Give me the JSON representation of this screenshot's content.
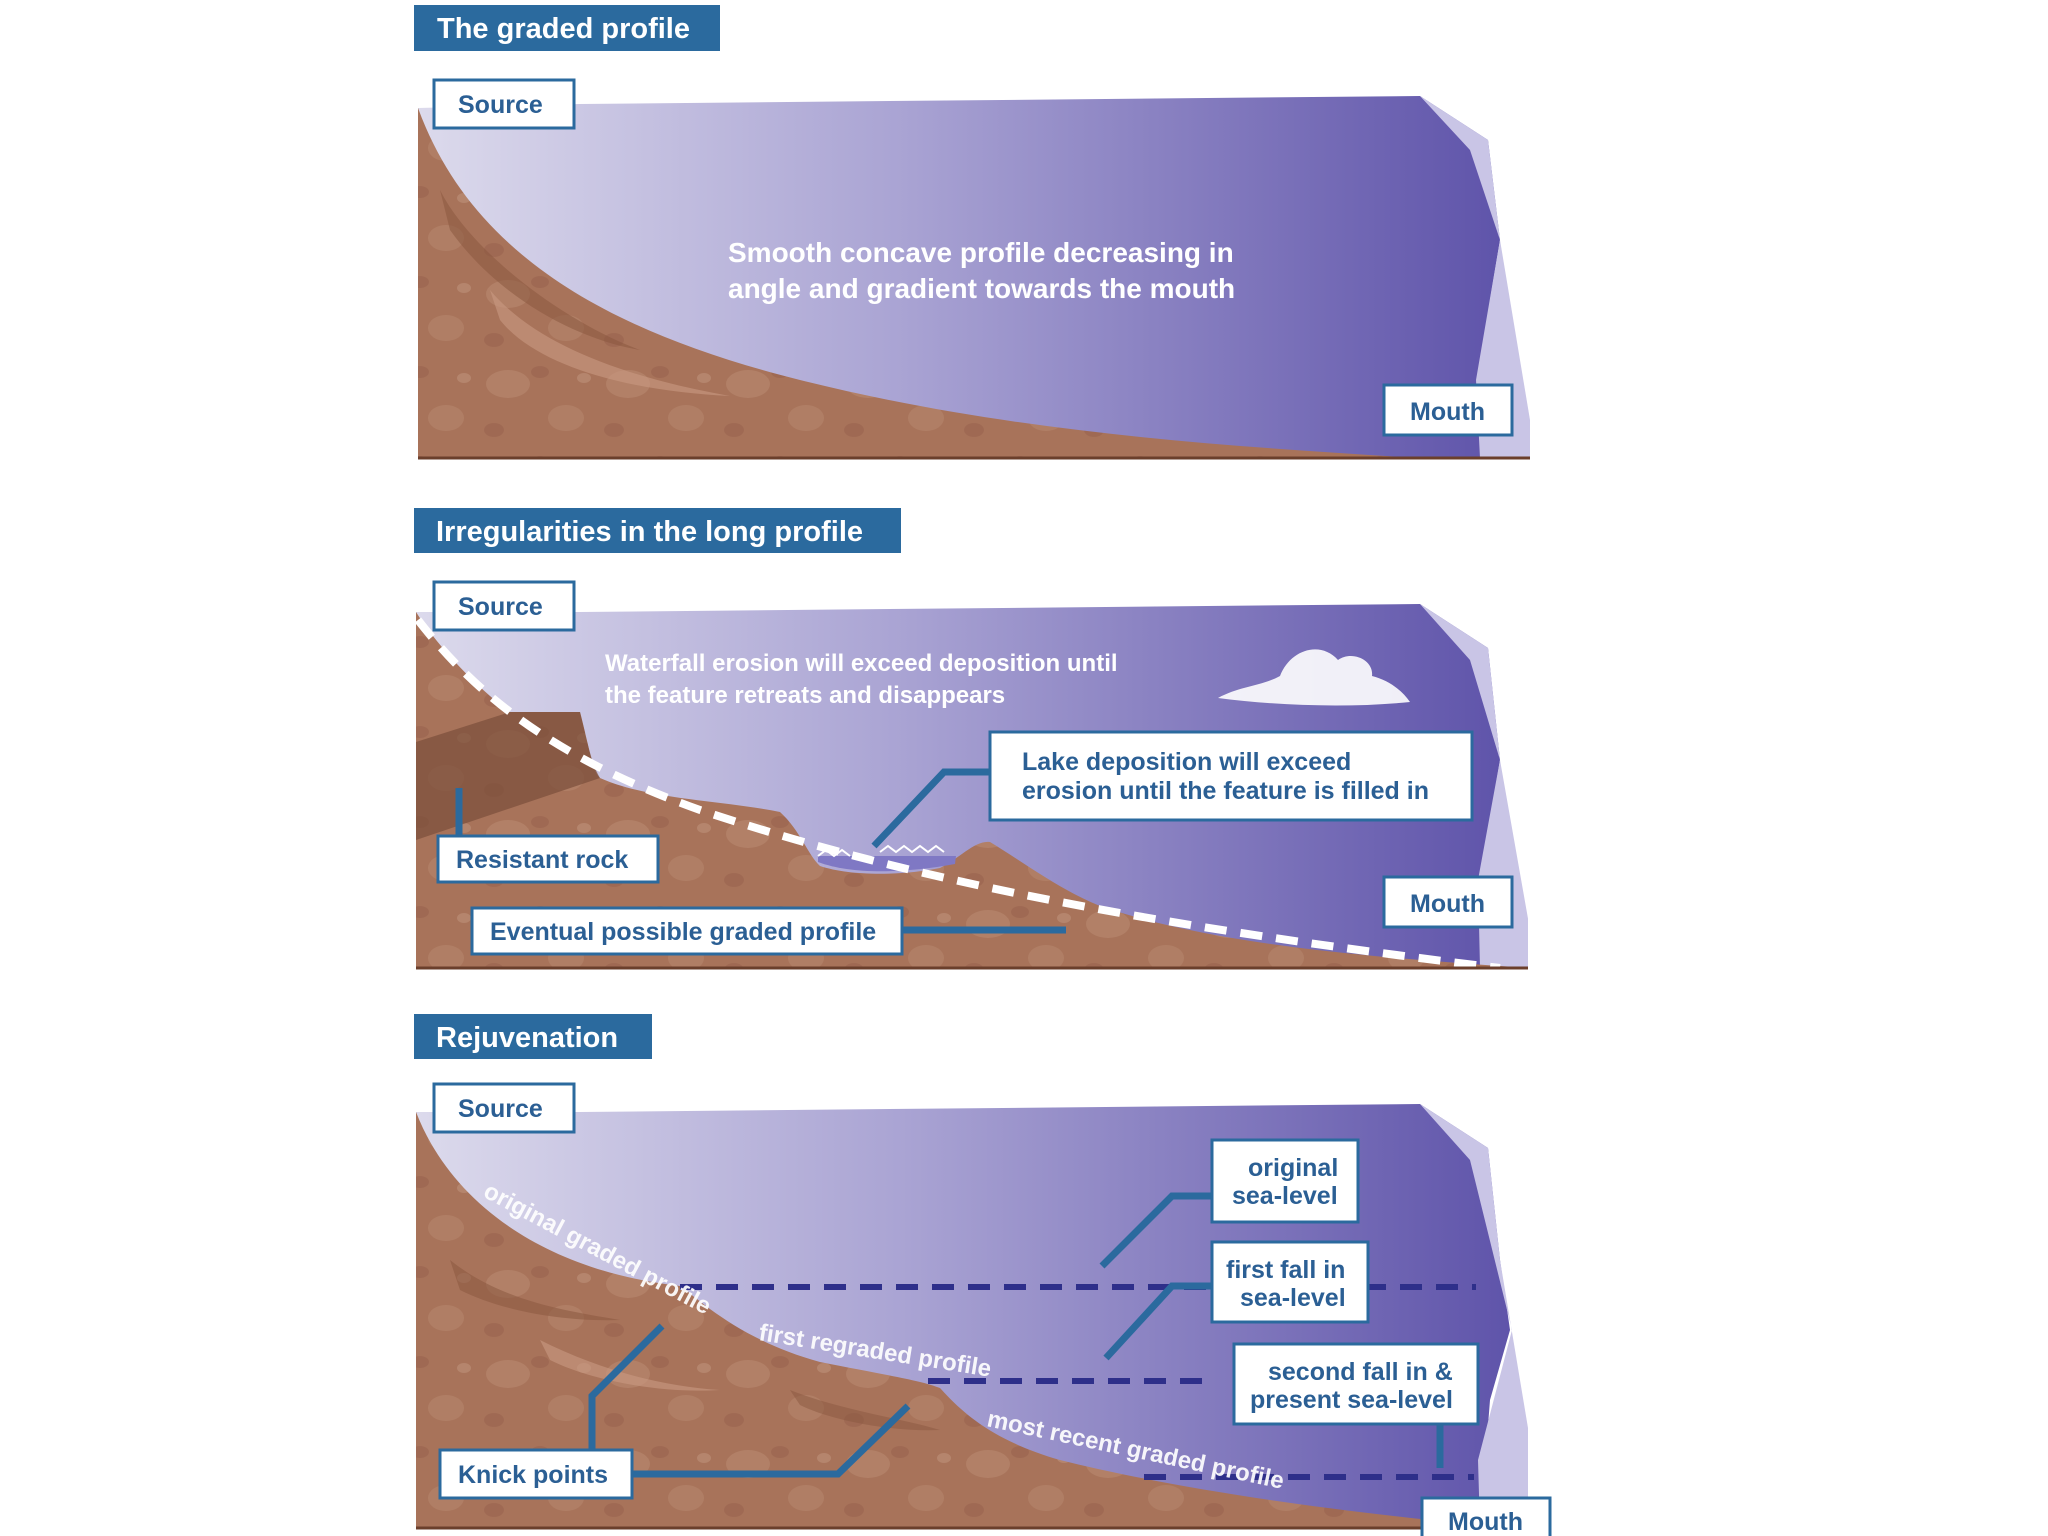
{
  "panel1": {
    "title": "The graded profile",
    "source_label": "Source",
    "mouth_label": "Mouth",
    "caption_line1": "Smooth concave profile decreasing in",
    "caption_line2": "angle and gradient towards the mouth"
  },
  "panel2": {
    "title": "Irregularities in the long profile",
    "source_label": "Source",
    "mouth_label": "Mouth",
    "waterfall_line1": "Waterfall erosion will exceed deposition until",
    "waterfall_line2": "the feature retreats and disappears",
    "lake_line1": "Lake deposition will exceed",
    "lake_line2": "erosion until the feature is filled in",
    "resistant_rock_label": "Resistant rock",
    "graded_profile_label": "Eventual possible graded profile"
  },
  "panel3": {
    "title": "Rejuvenation",
    "source_label": "Source",
    "mouth_label": "Mouth",
    "original_profile": "original graded profile",
    "first_regraded": "first regraded profile",
    "most_recent": "most recent graded profile",
    "original_sea_line1": "original",
    "original_sea_line2": "sea-level",
    "first_fall_line1": "first fall in",
    "first_fall_line2": "sea-level",
    "second_fall_line1": "second fall in &",
    "second_fall_line2": "present sea-level",
    "knick_points_label": "Knick points"
  },
  "colors": {
    "sky_light": "#d8d6ea",
    "sky_dark": "#6a5fb0",
    "ground": "#a8735a",
    "ground_dark": "#7a4e3a",
    "label_blue": "#2b6a9e",
    "sea_dash": "#2e2f8a"
  }
}
